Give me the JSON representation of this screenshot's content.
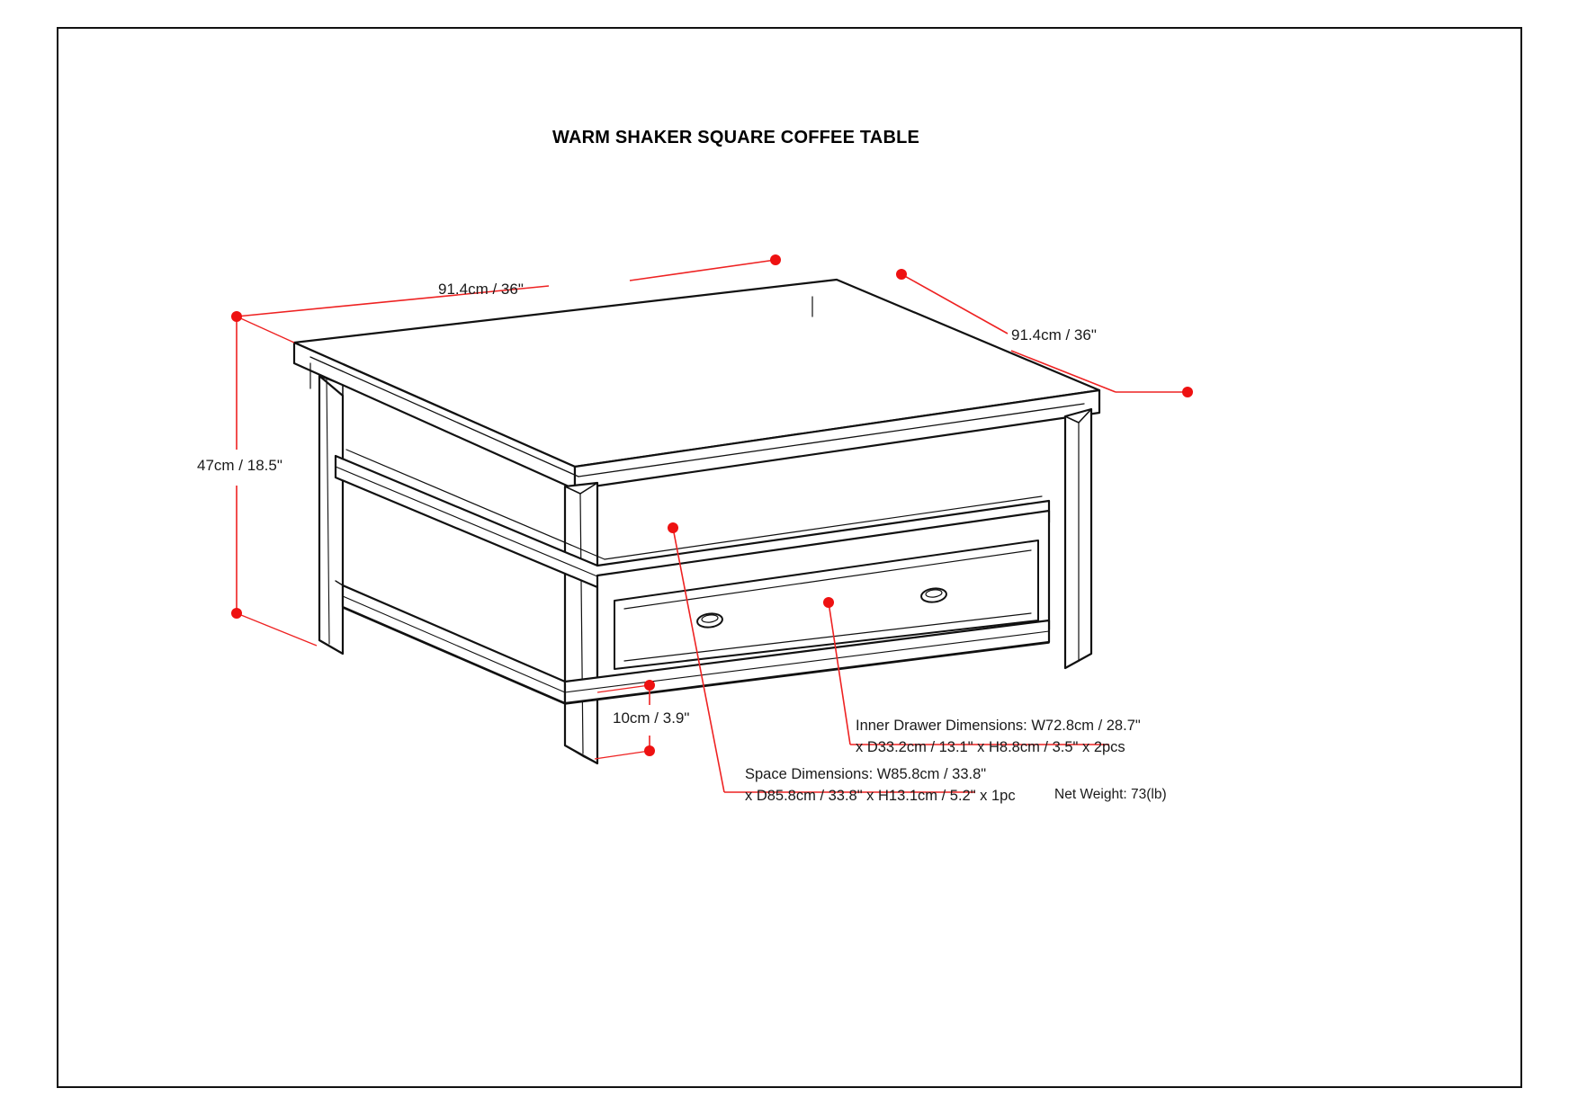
{
  "document": {
    "title": "WARM SHAKER SQUARE COFFEE TABLE",
    "product_type": "square coffee table",
    "drawing_kind": "dimensioned product line drawing"
  },
  "colors": {
    "dimension_line": "#ee2222",
    "dimension_point": "#ee1111",
    "outline": "#111111",
    "text": "#1a1a1a",
    "background": "#ffffff",
    "frame": "#111111"
  },
  "dimensions": {
    "width_top": "91.4cm / 36\"",
    "depth_right": "91.4cm / 36\"",
    "height_left": "47cm / 18.5\"",
    "floor_clearance": "10cm / 3.9\""
  },
  "callouts": {
    "inner_drawer": {
      "line1": "Inner Drawer Dimensions: W72.8cm / 28.7\"",
      "line2": "x D33.2cm / 13.1\" x H8.8cm / 3.5\" x 2pcs"
    },
    "space": {
      "line1": "Space Dimensions: W85.8cm / 33.8\"",
      "line2": "x D85.8cm / 33.8\" x H13.1cm / 5.2\" x 1pc"
    }
  },
  "net_weight": "Net Weight: 73(lb)"
}
